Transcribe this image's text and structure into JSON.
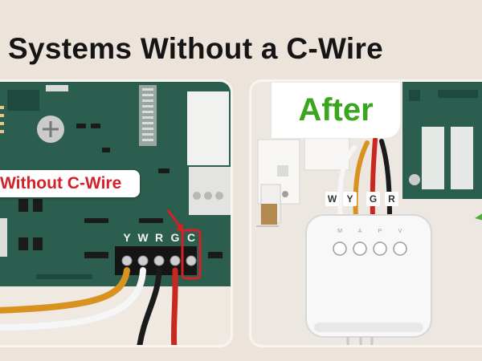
{
  "title": "Systems Without a C-Wire",
  "left_panel": {
    "callout": "Without C-Wire",
    "terminals": [
      "Y",
      "W",
      "R",
      "G",
      "C"
    ]
  },
  "right_panel": {
    "badge": "After",
    "wire_tags": [
      "W",
      "Y",
      "G",
      "R"
    ],
    "device_mode_labels": [
      "M",
      "A",
      "P",
      "V"
    ]
  },
  "colors": {
    "board_green": "#2b5e4e",
    "callout_red": "#d42027",
    "after_green": "#3aa51e",
    "wire_orange": "#d9921f",
    "wire_red": "#c8281f",
    "wire_black": "#1b1b1b",
    "wire_white": "#f6f6f6"
  }
}
